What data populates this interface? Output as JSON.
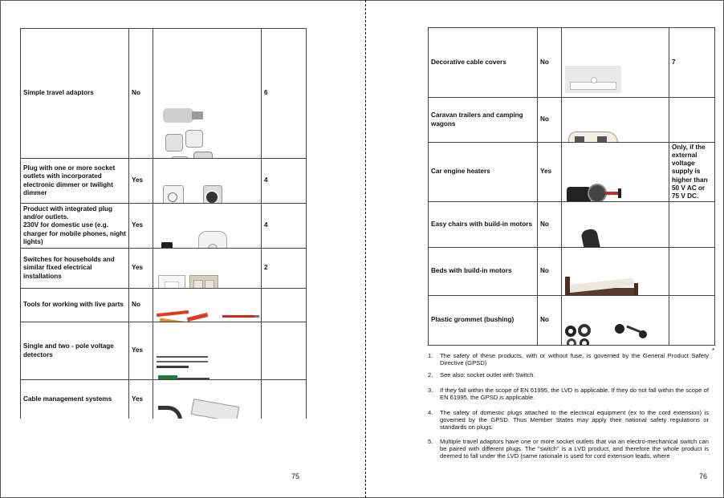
{
  "left_page": {
    "rows": [
      {
        "product": "Simple travel adaptors",
        "applicable": "No",
        "note": "6",
        "image": "travel-adaptors-image"
      },
      {
        "product": "Plug with one or more socket outlets with incorporated electronic dimmer or twilight dimmer",
        "applicable": "Yes",
        "note": "4",
        "image": "dimmer-plug-image"
      },
      {
        "product": "Product with integrated plug and/or outlets.\n230V for domestic use (e.g. charger for mobile phones, night lights)",
        "applicable": "Yes",
        "note": "4",
        "image": "plug-charger-image"
      },
      {
        "product": "Switches for households and similar fixed electrical installations",
        "applicable": "Yes",
        "note": "2",
        "image": "wall-switch-image"
      },
      {
        "product": "Tools for working with live parts",
        "applicable": "No",
        "note": "",
        "image": "insulated-tools-image"
      },
      {
        "product": "Single and two - pole voltage detectors",
        "applicable": "Yes",
        "note": "",
        "image": "voltage-detector-image"
      },
      {
        "product": "Cable management systems",
        "applicable": "Yes",
        "note": "",
        "image": "cable-management-image"
      }
    ],
    "page_number": "75"
  },
  "right_page": {
    "rows": [
      {
        "product": "Decorative cable covers",
        "applicable": "No",
        "note": "7",
        "image": "cable-cover-image"
      },
      {
        "product": "Caravan trailers and camping wagons",
        "applicable": "No",
        "note": "",
        "image": "caravan-image"
      },
      {
        "product": "Car engine heaters",
        "applicable": "Yes",
        "note": "Only, if the external voltage supply is higher than 50 V AC or 75 V DC.",
        "image": "engine-heater-image"
      },
      {
        "product": "Easy chairs with build-in motors",
        "applicable": "No",
        "note": "",
        "image": "massage-chair-image"
      },
      {
        "product": "Beds with build-in motors",
        "applicable": "No",
        "note": "",
        "image": "motor-bed-image"
      },
      {
        "product": "Plastic grommet (bushing)",
        "applicable": "No",
        "note": "",
        "image": "grommet-image"
      }
    ],
    "footnote_mark": "*",
    "footnotes": [
      {
        "number": "1.",
        "text": "The safety of these products, with or without fuse, is governed by the General Product Safety Directive (GPSD)"
      },
      {
        "number": "2.",
        "text": "See also: socket outlet with Switch."
      },
      {
        "number": "3.",
        "text": "If they fall within the scope of EN 61995, the LVD is applicable. If they do not fall within the scope of EN 61995, the GPSD is applicable."
      },
      {
        "number": "4.",
        "text": "The safety of domestic plugs attached to the electrical equipment (ex to the cord extension) is governed by the GPSD. Thus Member States may apply their national safety regulations or standards on plugs."
      },
      {
        "number": "5.",
        "text": "Multiple travel adaptors have one or more socket outlets that via an electro-mechanical switch can be paired with different plugs. The \"switch\" is a LVD product, and therefore the whole product is deemed to fall under the LVD (same rationale is used for cord extension leads, where"
      }
    ],
    "page_number": "76"
  }
}
